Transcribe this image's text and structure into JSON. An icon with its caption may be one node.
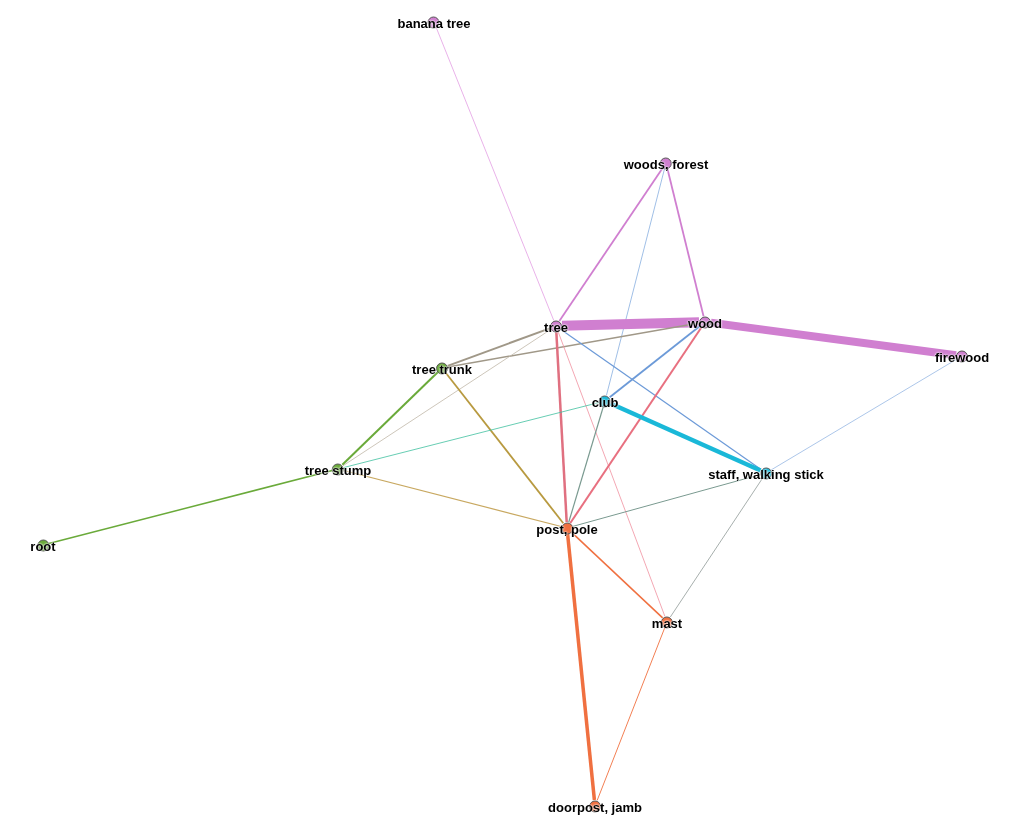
{
  "diagram": {
    "nodes": [
      {
        "text": [
          "banana tree"
        ]
      },
      {
        "text": [
          "woods, forest"
        ]
      },
      {
        "text": [
          "tree"
        ]
      },
      {
        "text": [
          "wood"
        ]
      },
      {
        "text": [
          "firewood"
        ]
      },
      {
        "text": [
          "tree trunk"
        ]
      },
      {
        "text": [
          "club"
        ]
      },
      {
        "text": [
          "staff, walking stick"
        ]
      },
      {
        "text": [
          "tree stump"
        ]
      },
      {
        "text": [
          "root"
        ]
      },
      {
        "text": [
          "post, pole"
        ]
      },
      {
        "text": [
          "mast"
        ]
      },
      {
        "text": [
          "doorpost, jamb"
        ]
      }
    ],
    "edges": [
      {
        "from": 0,
        "to": 2,
        "arrow": "none",
        "color": "#e090e0"
      },
      {
        "from": 1,
        "to": 2,
        "arrow": "none",
        "color": "#d07fd0"
      },
      {
        "from": 1,
        "to": 3,
        "arrow": "none",
        "color": "#d07fd0"
      },
      {
        "from": 1,
        "to": 6,
        "arrow": "none",
        "color": "#88aee0"
      },
      {
        "from": 2,
        "to": 3,
        "arrow": "none",
        "style": "thick",
        "color": "#d07fd0"
      },
      {
        "from": 3,
        "to": 4,
        "arrow": "none",
        "style": "thick",
        "color": "#d07fd0"
      },
      {
        "from": 2,
        "to": 5,
        "arrow": "none",
        "color": "#a09888"
      },
      {
        "from": 3,
        "to": 5,
        "arrow": "none",
        "color": "#a09888"
      },
      {
        "from": 2,
        "to": 8,
        "arrow": "none",
        "color": "#c0b8a8"
      },
      {
        "from": 2,
        "to": 10,
        "arrow": "none",
        "color": "#e07080"
      },
      {
        "from": 2,
        "to": 11,
        "arrow": "none",
        "color": "#f090a0"
      },
      {
        "from": 2,
        "to": 7,
        "arrow": "none",
        "color": "#6c9ad8"
      },
      {
        "from": 3,
        "to": 6,
        "arrow": "none",
        "color": "#6c9ad8"
      },
      {
        "from": 3,
        "to": 10,
        "arrow": "none",
        "color": "#e87080"
      },
      {
        "from": 5,
        "to": 8,
        "arrow": "none",
        "color": "#6aaa3a"
      },
      {
        "from": 5,
        "to": 10,
        "arrow": "none",
        "color": "#b89a40"
      },
      {
        "from": 6,
        "to": 7,
        "arrow": "none",
        "style": "thick",
        "color": "#1ab8d8"
      },
      {
        "from": 6,
        "to": 8,
        "arrow": "none",
        "color": "#40c0a0"
      },
      {
        "from": 6,
        "to": 10,
        "arrow": "none",
        "color": "#7a9a90"
      },
      {
        "from": 4,
        "to": 7,
        "arrow": "none",
        "color": "#88aee0"
      },
      {
        "from": 8,
        "to": 9,
        "arrow": "none",
        "color": "#6aaa3a"
      },
      {
        "from": 8,
        "to": 10,
        "arrow": "none",
        "color": "#c8a860"
      },
      {
        "from": 7,
        "to": 10,
        "arrow": "none",
        "color": "#7a9a90"
      },
      {
        "from": 7,
        "to": 11,
        "arrow": "none",
        "color": "#909a98"
      },
      {
        "from": 10,
        "to": 11,
        "arrow": "none",
        "color": "#f07040"
      },
      {
        "from": 10,
        "to": 12,
        "arrow": "none",
        "style": "thick",
        "color": "#f07040"
      },
      {
        "from": 11,
        "to": 12,
        "arrow": "none",
        "color": "#f07040"
      }
    ]
  }
}
